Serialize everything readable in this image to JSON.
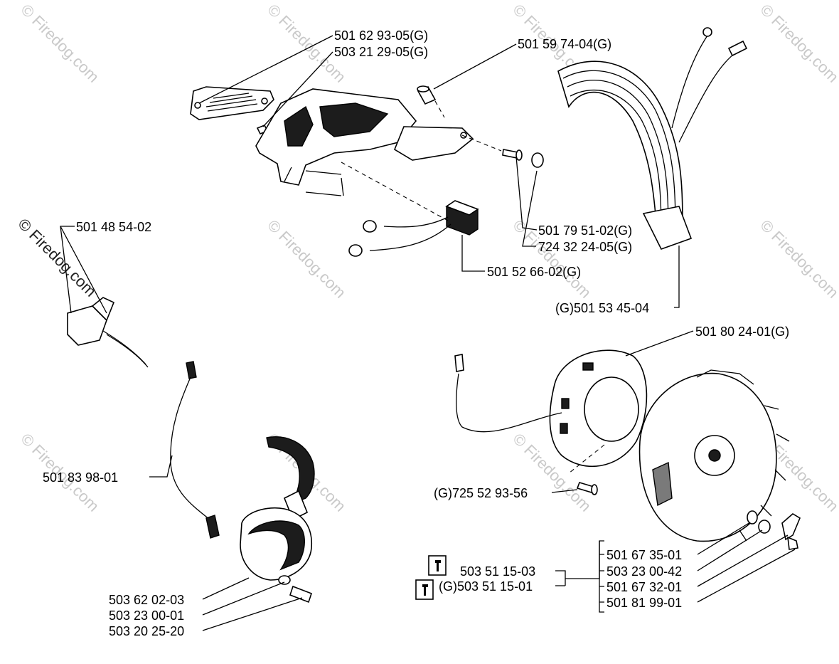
{
  "watermark": "© Firedog.com",
  "parts": {
    "cover_part": "501 62 93-05(G)",
    "cover_screw": "503 21 29-05(G)",
    "spacer_sleeve": "501 59 74-04(G)",
    "screw": "501 79 51-02(G)",
    "washer": "724 32 24-05(G)",
    "switch": "501 52 66-02(G)",
    "heater_element": "(G)501 53 45-04",
    "stop_switch": "501 48 54-02",
    "ignition_module": "501 80 24-01(G)",
    "ignition_cable": "501 83 98-01",
    "module_screw": "(G)725 52 93-56",
    "tool_1": "503 51 15-03",
    "tool_2": "(G)503 51 15-01",
    "flywheel": "501 67 35-01",
    "flywheel_washer": "503 23 00-42",
    "pawl": "501 67 32-01",
    "pawl_screw": "501 81 99-01",
    "coil": "503 62 02-03",
    "coil_washer": "503 23 00-01",
    "coil_screw": "503 20 25-20"
  }
}
